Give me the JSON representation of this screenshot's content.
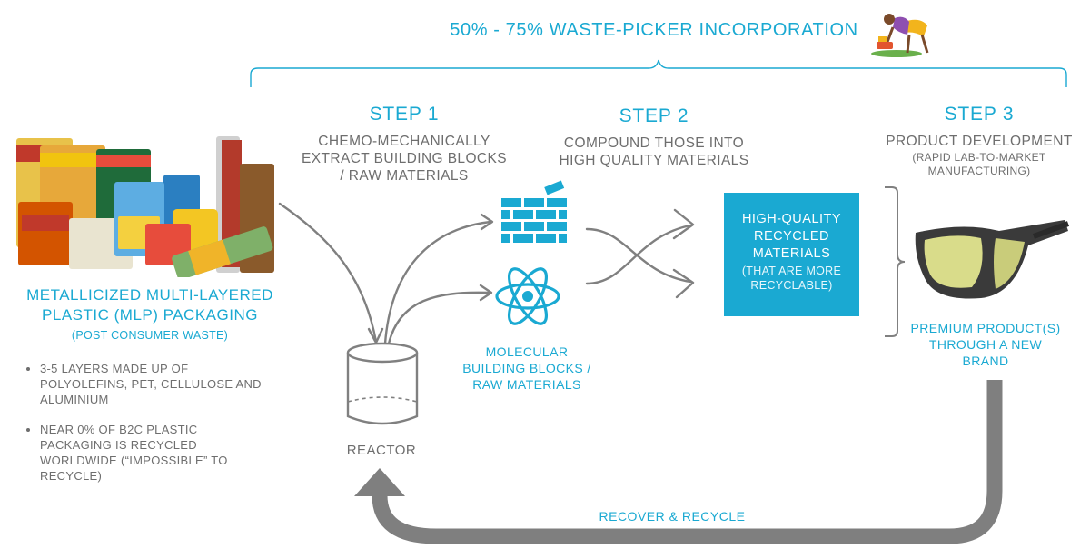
{
  "header": {
    "title": "50% - 75% WASTE-PICKER INCORPORATION"
  },
  "steps": [
    {
      "title": "STEP 1",
      "desc_lines": [
        "CHEMO-MECHANICALLY",
        "EXTRACT BUILDING BLOCKS",
        "/ RAW MATERIALS"
      ]
    },
    {
      "title": "STEP 2",
      "desc_lines": [
        "COMPOUND THOSE INTO",
        "HIGH QUALITY MATERIALS"
      ]
    },
    {
      "title": "STEP 3",
      "desc_lines": [
        "PRODUCT DEVELOPMENT"
      ],
      "note_lines": [
        "(RAPID LAB-TO-MARKET",
        "MANUFACTURING)"
      ]
    }
  ],
  "mlp": {
    "title_lines": [
      "METALLICIZED MULTI-LAYERED",
      "PLASTIC (MLP) PACKAGING"
    ],
    "subtitle": "(POST CONSUMER WASTE)",
    "bullets": [
      "3-5 LAYERS MADE UP OF POLYOLEFINS, PET, CELLULOSE AND ALUMINIUM",
      "NEAR 0% OF B2C PLASTIC PACKAGING IS RECYCLED WORLDWIDE (“IMPOSSIBLE” TO RECYCLE)"
    ]
  },
  "reactor": {
    "label": "REACTOR"
  },
  "molecular": {
    "label_lines": [
      "MOLECULAR",
      "BUILDING BLOCKS /",
      "RAW MATERIALS"
    ]
  },
  "materials_box": {
    "main_lines": [
      "HIGH-QUALITY",
      "RECYCLED",
      "MATERIALS"
    ],
    "sub_lines": [
      "(THAT ARE MORE",
      "RECYCLABLE)"
    ]
  },
  "product": {
    "label_lines": [
      "PREMIUM PRODUCT(S)",
      "THROUGH A NEW",
      "BRAND"
    ]
  },
  "loop": {
    "label": "RECOVER & RECYCLE"
  },
  "icons": [
    "waste-picker-icon",
    "brick-wall-icon",
    "atom-icon",
    "reactor-icon",
    "sunglasses-icon",
    "packaging-pile-icon"
  ],
  "colors": {
    "accent": "#1aa9d2",
    "text_grey": "#6e6e6e",
    "arrow_grey": "#808080",
    "loop_grey": "#7f7f7f"
  }
}
